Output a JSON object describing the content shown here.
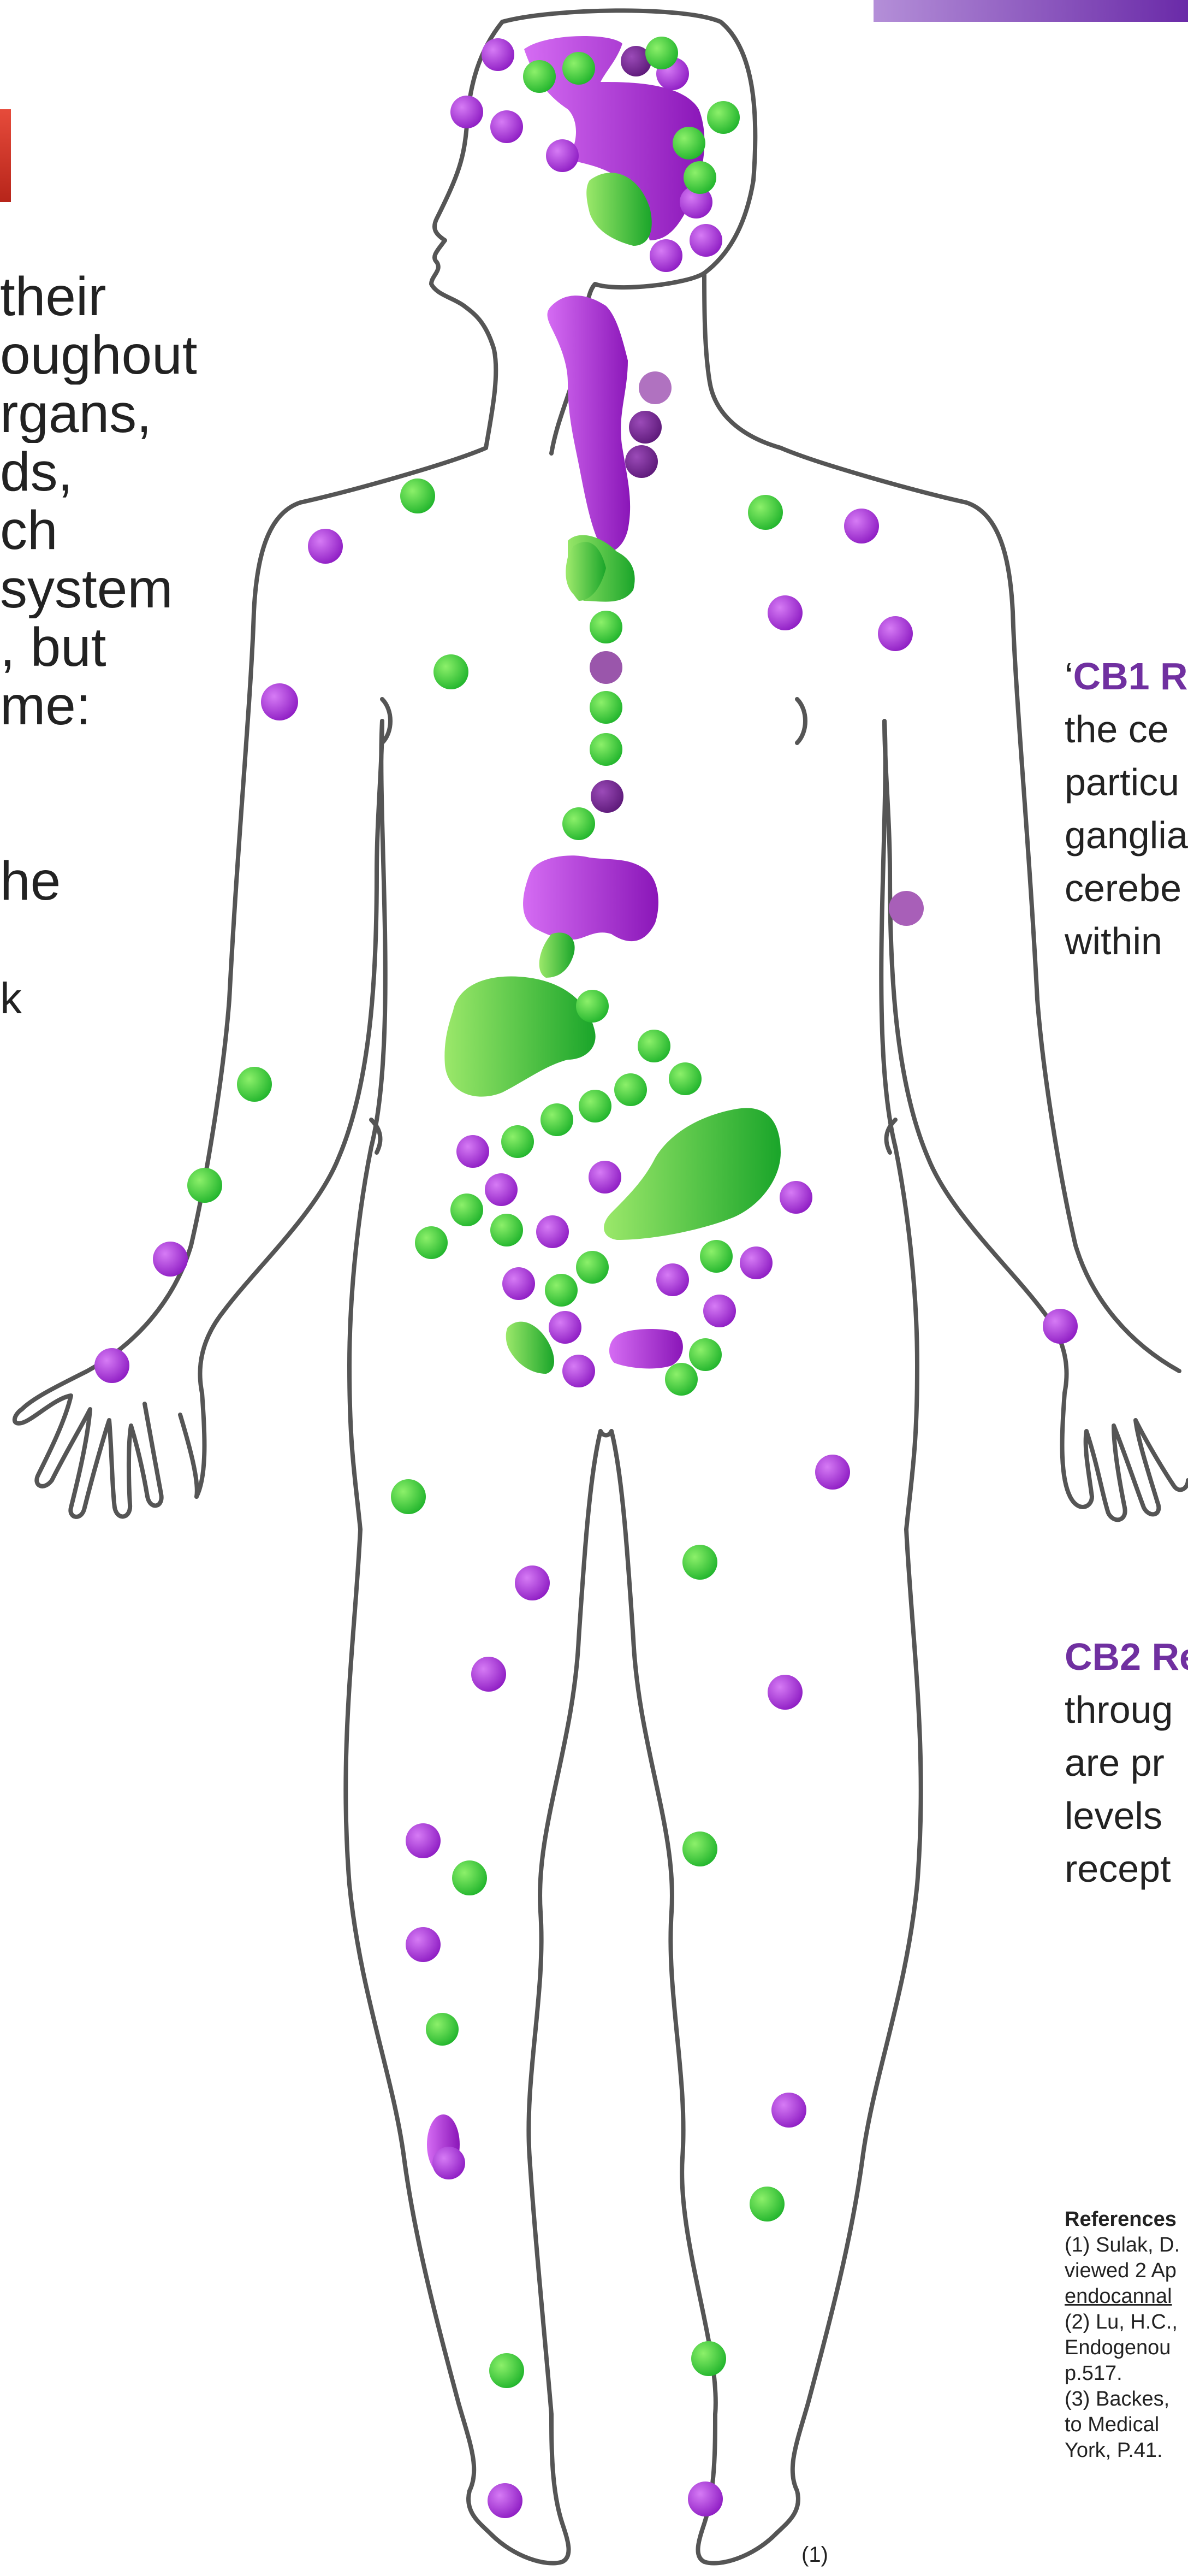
{
  "left_text": {
    "lines": [
      "their",
      "oughout",
      "rgans,",
      "ds,",
      "ch",
      "system",
      ", but",
      "me:",
      "",
      "",
      "he",
      "",
      "k"
    ]
  },
  "cb1": {
    "quote_open": "‘",
    "title": "CB1 R",
    "lines": [
      "the ce",
      "particu",
      "ganglia",
      "cerebe",
      "within"
    ]
  },
  "cb2": {
    "title": "CB2 Re",
    "lines": [
      "throug",
      "are pr",
      "levels",
      "recept"
    ]
  },
  "references": {
    "heading": "References",
    "lines": [
      "(1) Sulak, D.",
      "viewed 2 Ap",
      "endocannal",
      "(2) Lu, H.C.,",
      "Endogenou",
      "p.517.",
      "(3) Backes, ",
      "to Medical ",
      "York, P.41."
    ]
  },
  "footnote": "(1)",
  "colors": {
    "purple": "#b13be0",
    "purple_dark": "#7b1fa2",
    "green": "#4cd33a",
    "green_dark": "#1fa82b",
    "outline": "#555555",
    "accent_text": "#7030a0"
  },
  "icons": {
    "body": "human-body-outline-icon",
    "receptor_cb1": "purple-dot-icon",
    "receptor_cb2": "green-dot-icon"
  }
}
